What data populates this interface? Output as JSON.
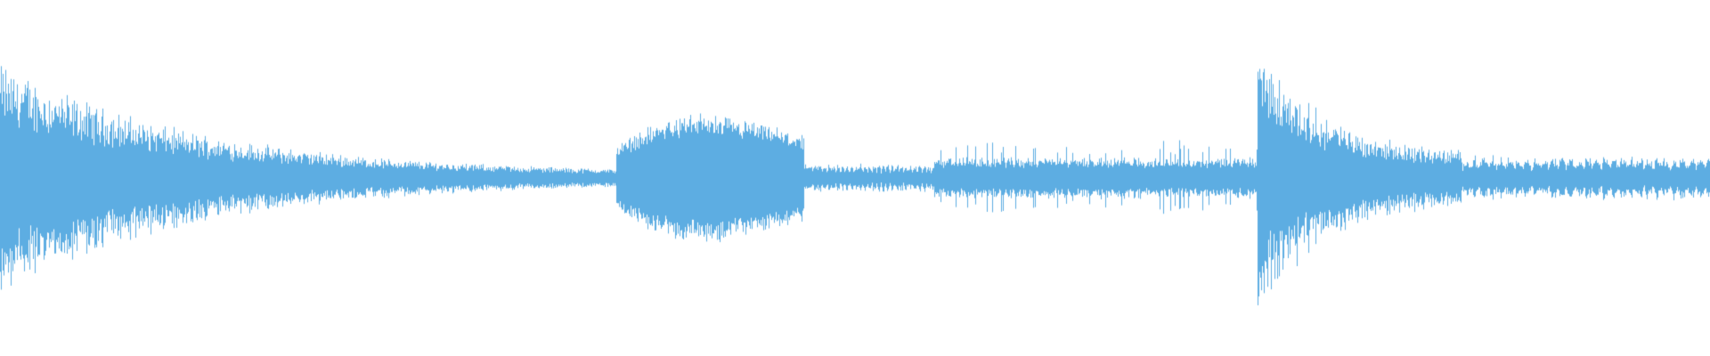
{
  "waveform": {
    "color": "#5DADE2",
    "background": "#ffffff",
    "segments": [
      {
        "kind": "decay",
        "start": 0.0,
        "end": 0.36,
        "peak": 0.3,
        "floor": 0.012
      },
      {
        "kind": "swell",
        "start": 0.36,
        "end": 0.47,
        "peak": 0.18,
        "floor": 0.05
      },
      {
        "kind": "buzz",
        "start": 0.47,
        "end": 0.546,
        "peak": 0.038,
        "floor": 0.038
      },
      {
        "kind": "steady",
        "start": 0.546,
        "end": 0.735,
        "peak": 0.07,
        "floor": 0.015
      },
      {
        "kind": "decay",
        "start": 0.735,
        "end": 0.855,
        "peak": 0.35,
        "floor": 0.06
      },
      {
        "kind": "buzz",
        "start": 0.855,
        "end": 1.0,
        "peak": 0.06,
        "floor": 0.025
      }
    ]
  }
}
